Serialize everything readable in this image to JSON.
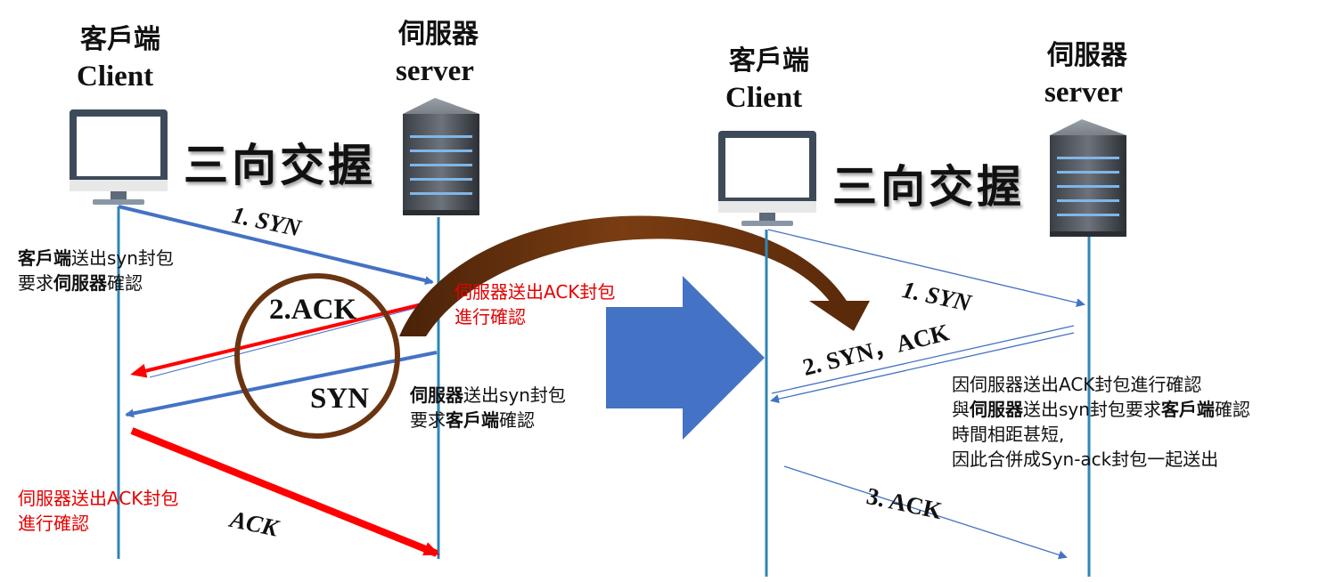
{
  "left": {
    "client_cn": "客戶端",
    "client_en": "Client",
    "server_cn": "伺服器",
    "server_en": "server",
    "big_title": "三向交握",
    "step1": "1. SYN",
    "step2": "2.ACK",
    "step_syn": "SYN",
    "step_ack": "ACK",
    "note_client": {
      "b1": "客戶端",
      "t1": "送出syn封包",
      "t2": "要求",
      "b2": "伺服器",
      "t3": "確認"
    },
    "note_server_ack": {
      "line1": "伺服器送出ACK封包",
      "line2": "進行確認"
    },
    "note_server_syn": {
      "b1": "伺服器",
      "t1": "送出syn封包",
      "t2": "要求",
      "b2": "客戶端",
      "t3": "確認"
    },
    "note_bottom": {
      "line1": "伺服器送出ACK封包",
      "line2": "進行確認"
    }
  },
  "right": {
    "client_cn": "客戶端",
    "client_en": "Client",
    "server_cn": "伺服器",
    "server_en": "server",
    "big_title": "三向交握",
    "step1": "1. SYN",
    "step2": "2. SYN，ACK",
    "step3": "3. ACK",
    "explanation": {
      "l1": "因伺服器送出ACK封包進行確認",
      "l2a": "與",
      "l2b": "伺服器",
      "l2c": "送出syn封包要求",
      "l2d": "客戶端",
      "l2e": "確認",
      "l3": "時間相距甚短,",
      "l4": "因此合併成Syn-ack封包一起送出"
    }
  },
  "colors": {
    "blue_arrow": "#4472c4",
    "red_arrow": "#ff0000",
    "brown": "#6b3410",
    "timeline": "#2e86b5"
  }
}
